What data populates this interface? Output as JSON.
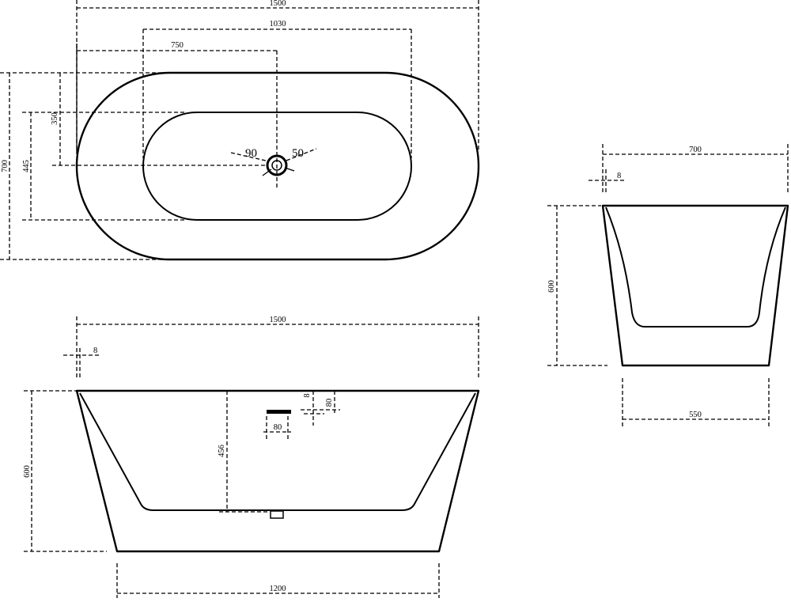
{
  "top_view": {
    "overall_length": "1500",
    "inner_length": "1030",
    "drain_offset": "750",
    "overall_width": "700",
    "half_width": "350",
    "inner_width": "445",
    "angle_left": "90",
    "angle_right": "50"
  },
  "front_view": {
    "top_length": "1500",
    "rim_thickness": "8",
    "height": "600",
    "inner_depth": "456",
    "overflow_width": "80",
    "overflow_height": "80",
    "overflow_thickness": "8",
    "base_length": "1200"
  },
  "side_view": {
    "top_width": "700",
    "rim_thickness": "8",
    "height": "600",
    "base_width": "550"
  }
}
